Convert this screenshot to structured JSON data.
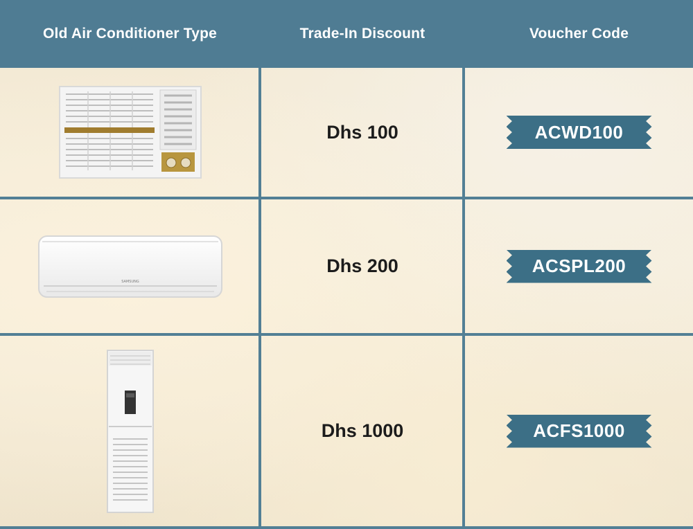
{
  "header": {
    "col1": "Old Air Conditioner Type",
    "col2": "Trade-In Discount",
    "col3": "Voucher Code"
  },
  "rows": [
    {
      "ac_type": "window",
      "discount": "Dhs 100",
      "voucher": "ACWD100"
    },
    {
      "ac_type": "split",
      "discount": "Dhs 200",
      "voucher": "ACSPL200",
      "brand_mark": "SAMSUNG"
    },
    {
      "ac_type": "floor-standing",
      "discount": "Dhs 1000",
      "voucher": "ACFS1000"
    }
  ],
  "colors": {
    "header_bg": "#4f7c93",
    "grid_line": "#527f95",
    "ticket_bg": "#3c6f86",
    "page_bg": "#f3ead8"
  }
}
